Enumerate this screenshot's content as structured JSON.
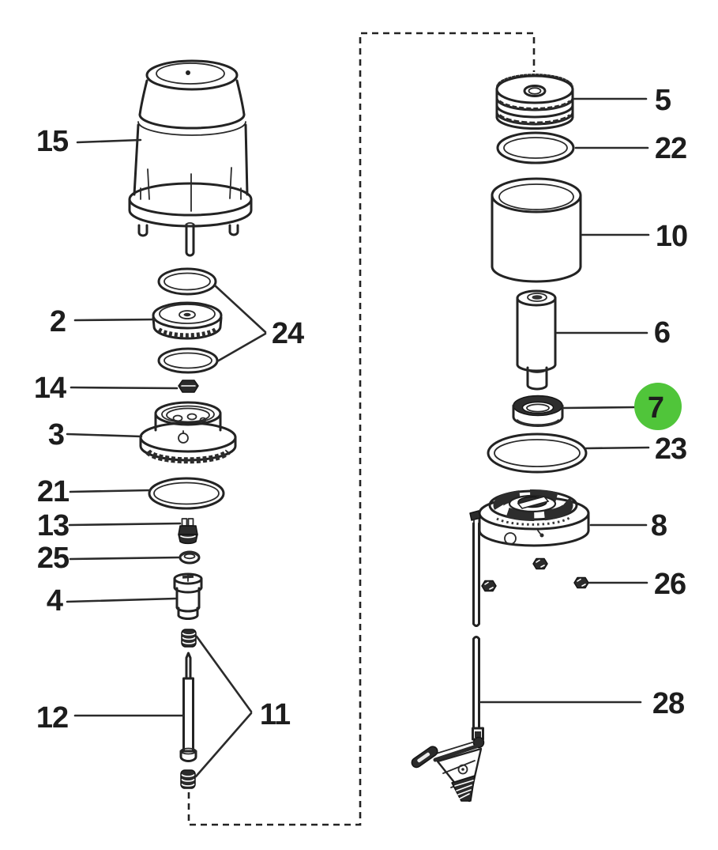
{
  "diagram": {
    "description": "Exploded parts diagram of a pump assembly with numbered callouts",
    "background_color": "#ffffff",
    "line_color": "#232323",
    "highlight": {
      "part": "7",
      "color": "#50c53a"
    },
    "callouts": {
      "p15": {
        "label": "15"
      },
      "p2": {
        "label": "2"
      },
      "p24": {
        "label": "24"
      },
      "p14": {
        "label": "14"
      },
      "p3": {
        "label": "3"
      },
      "p21": {
        "label": "21"
      },
      "p13": {
        "label": "13"
      },
      "p25": {
        "label": "25"
      },
      "p4": {
        "label": "4"
      },
      "p12": {
        "label": "12"
      },
      "p11": {
        "label": "11"
      },
      "p5": {
        "label": "5"
      },
      "p22": {
        "label": "22"
      },
      "p10": {
        "label": "10"
      },
      "p6": {
        "label": "6"
      },
      "p7": {
        "label": "7"
      },
      "p23": {
        "label": "23"
      },
      "p8": {
        "label": "8"
      },
      "p26": {
        "label": "26"
      },
      "p28": {
        "label": "28"
      }
    }
  }
}
